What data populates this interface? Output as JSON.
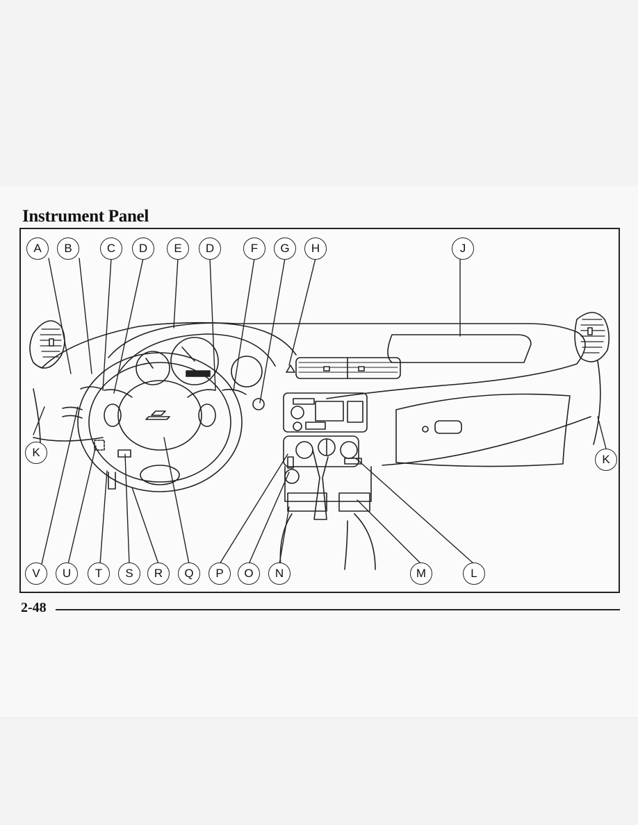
{
  "page": {
    "title": "Instrument Panel",
    "page_number": "2-48"
  },
  "callouts": [
    "A",
    "B",
    "C",
    "D",
    "E",
    "D",
    "F",
    "G",
    "H",
    "J",
    "K",
    "K",
    "V",
    "U",
    "T",
    "S",
    "R",
    "Q",
    "P",
    "O",
    "N",
    "M",
    "L"
  ]
}
